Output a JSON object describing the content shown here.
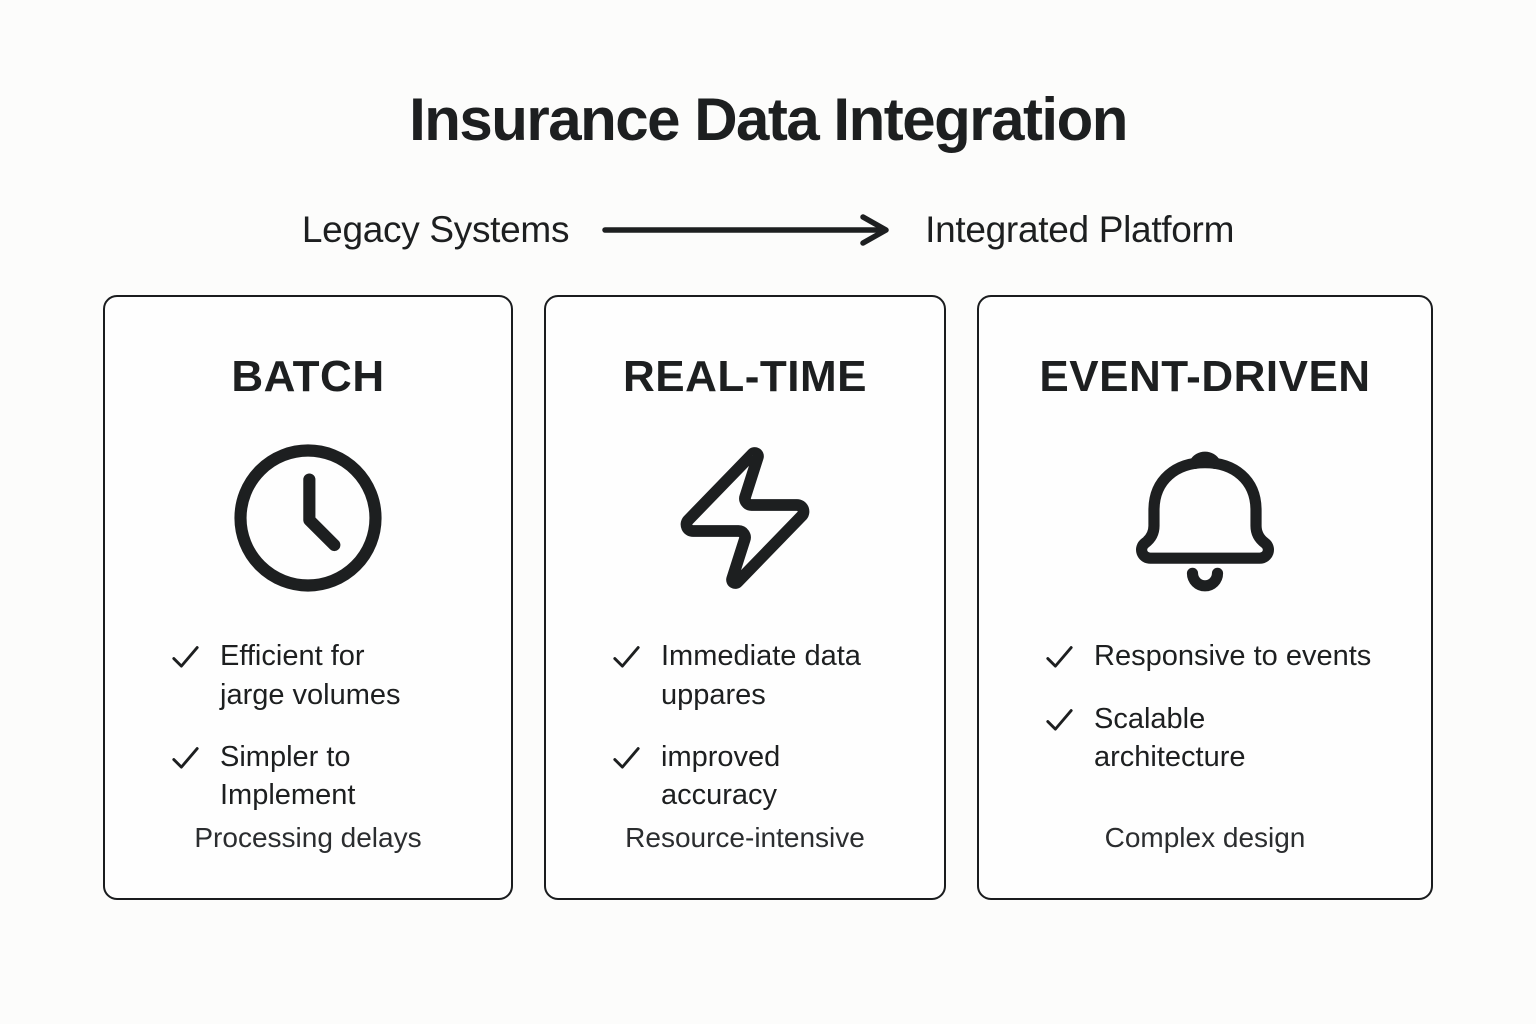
{
  "title": "Insurance Data Integration",
  "flow": {
    "from": "Legacy Systems",
    "to": "Integrated Platform",
    "arrow_icon": "arrow-right-icon"
  },
  "colors": {
    "background": "#fcfcfb",
    "card_background": "#fefefe",
    "ink": "#1d1f20",
    "border": "#1a1c1e",
    "note_ink": "#2b2d2f"
  },
  "cards": [
    {
      "title": "BATCH",
      "icon": "clock-icon",
      "bullets": [
        "Efficient for\njarge volumes",
        "Simpler to\nImplement"
      ],
      "note": "Processing delays"
    },
    {
      "title": "REAL-TIME",
      "icon": "lightning-icon",
      "bullets": [
        "Immediate data\nuppares",
        "improved\naccuracy"
      ],
      "note": "Resource-intensive"
    },
    {
      "title": "EVENT-DRIVEN",
      "icon": "bell-icon",
      "bullets": [
        "Responsive to events",
        "Scalable\narchitecture"
      ],
      "note": "Complex design"
    }
  ]
}
